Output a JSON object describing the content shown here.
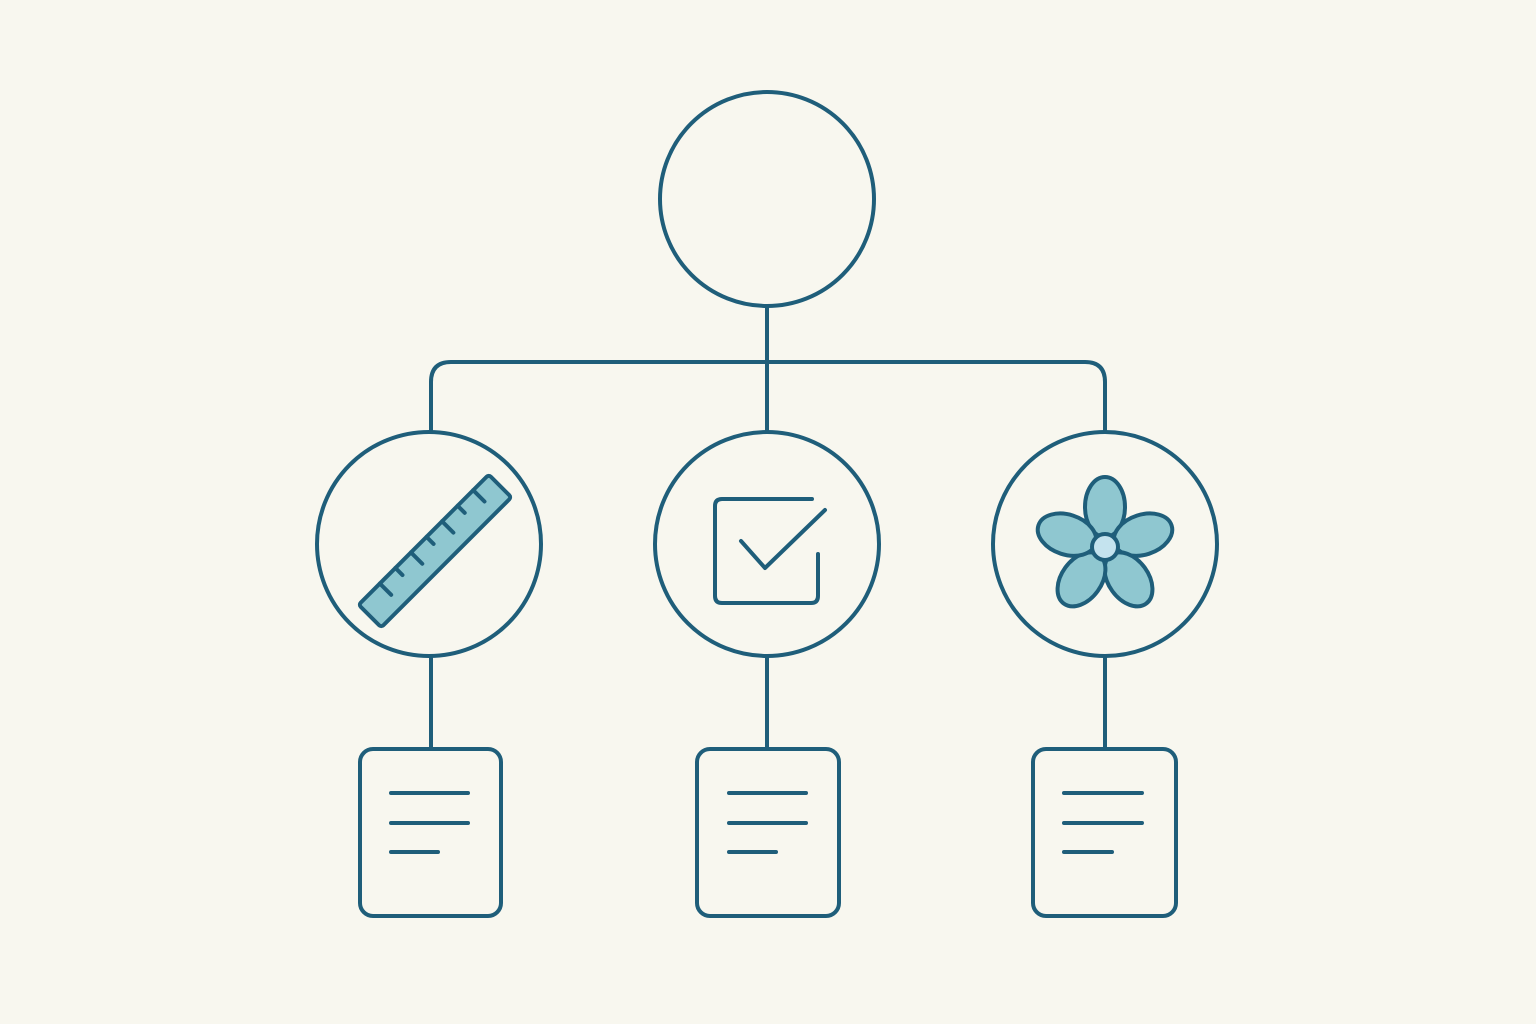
{
  "colors": {
    "background": "#F8F7EF",
    "stroke": "#1F5E7A",
    "circle_fill": "#C4E3EE",
    "document_fill": "#A2D4D9",
    "icon_fill": "#8FC7D0"
  },
  "diagram": {
    "root": {
      "icon": "none"
    },
    "branches": [
      {
        "icon": "ruler-icon",
        "document": {
          "icon": "document-icon",
          "text_lines": 3
        }
      },
      {
        "icon": "checkbox-check-icon",
        "document": {
          "icon": "document-icon",
          "text_lines": 3
        }
      },
      {
        "icon": "flower-icon",
        "document": {
          "icon": "document-icon",
          "text_lines": 3
        }
      }
    ]
  }
}
